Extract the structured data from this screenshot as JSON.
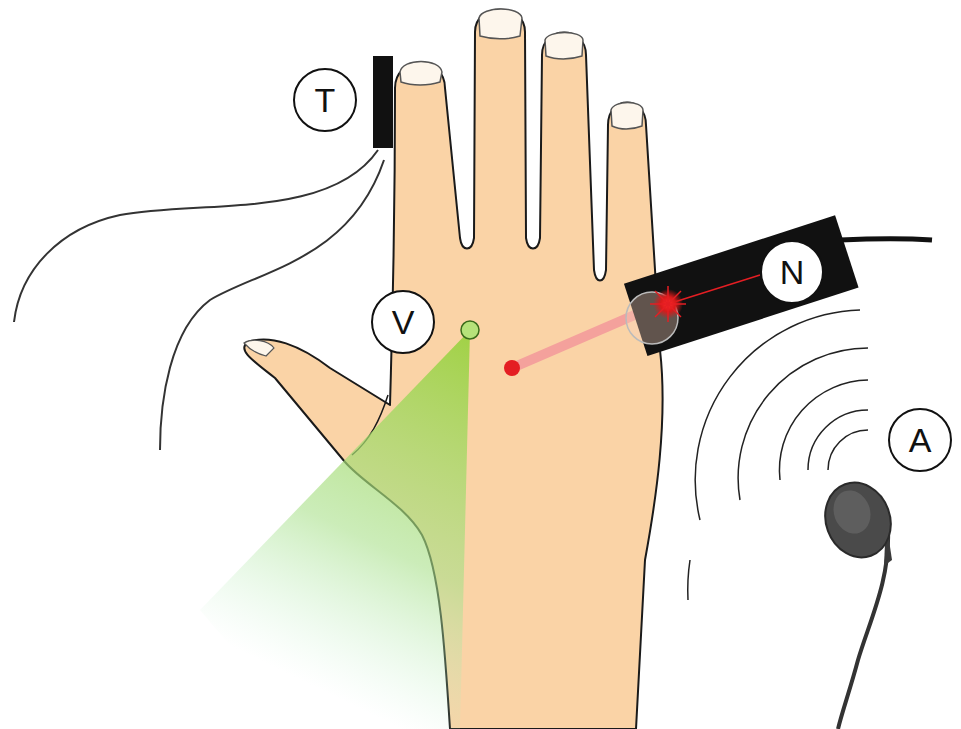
{
  "diagram": {
    "nodes": [
      {
        "text": [
          "T"
        ]
      },
      {
        "text": [
          "N"
        ]
      },
      {
        "text": [
          "V"
        ]
      },
      {
        "text": [
          "A"
        ]
      }
    ]
  }
}
